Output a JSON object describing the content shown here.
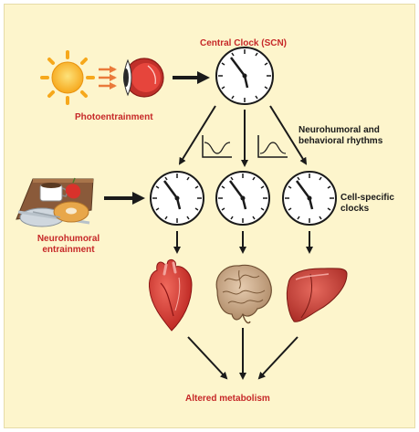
{
  "labels": {
    "central_clock": "Central Clock (SCN)",
    "photoentrainment": "Photoentrainment",
    "neurohumoral_behavioral": "Neurohumoral and behavioral rhythms",
    "cell_specific": "Cell-specific clocks",
    "neurohumoral_entrainment": "Neurohumoral entrainment",
    "altered_metabolism": "Altered metabolism"
  },
  "icons": [
    "sun-icon",
    "eye-icon",
    "food-tray-icon",
    "heart-icon",
    "brain-icon",
    "liver-icon",
    "clock-icon"
  ],
  "colors": {
    "background": "#fdf5cc",
    "label_red": "#c62828",
    "sun": "#f6a81c",
    "light_arrows": "#ea7a3a",
    "heart": "#d9322b",
    "brain": "#c9a98a",
    "liver": "#c83a32"
  }
}
